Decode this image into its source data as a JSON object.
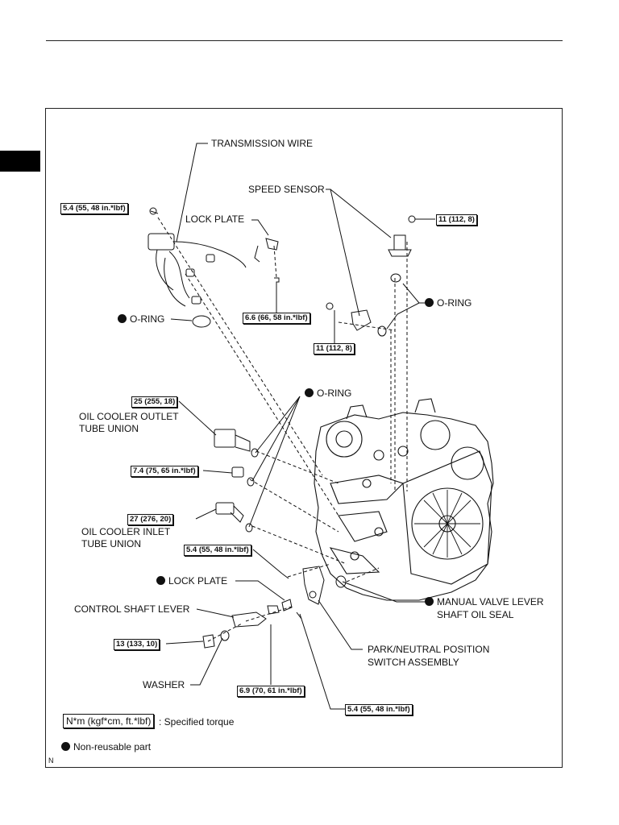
{
  "labels": {
    "transmission_wire": "TRANSMISSION WIRE",
    "speed_sensor": "SPEED SENSOR",
    "lock_plate_top": "LOCK PLATE",
    "o_ring_left": "O-RING",
    "o_ring_right": "O-RING",
    "o_ring_mid": "O-RING",
    "oil_cooler_outlet": [
      "OIL COOLER OUTLET",
      "TUBE UNION"
    ],
    "oil_cooler_inlet": [
      "OIL COOLER INLET",
      "TUBE UNION"
    ],
    "lock_plate_lower": "LOCK PLATE",
    "control_shaft_lever": "CONTROL SHAFT LEVER",
    "washer": "WASHER",
    "manual_valve": [
      "MANUAL VALVE LEVER",
      "SHAFT OIL SEAL"
    ],
    "park_neutral": [
      "PARK/NEUTRAL POSITION",
      "SWITCH ASSEMBLY"
    ]
  },
  "torques": {
    "t1": "5.4 (55, 48 in.*lbf)",
    "t2": "11 (112, 8)",
    "t3": "6.6 (66, 58 in.*lbf)",
    "t4": "11 (112, 8)",
    "t5": "25 (255, 18)",
    "t6": "7.4 (75, 65 in.*lbf)",
    "t7": "27 (276, 20)",
    "t8": "5.4 (55, 48 in.*lbf)",
    "t9": "13 (133, 10)",
    "t10": "6.9 (70, 61 in.*lbf)",
    "t11": "5.4 (55, 48 in.*lbf)"
  },
  "legend": {
    "torque_unit": "N*m (kgf*cm, ft.*lbf)",
    "torque_desc": ": Specified torque",
    "nonreusable": "Non-reusable part",
    "corner_letter": "N"
  },
  "colors": {
    "ink": "#111111",
    "background": "#ffffff"
  }
}
